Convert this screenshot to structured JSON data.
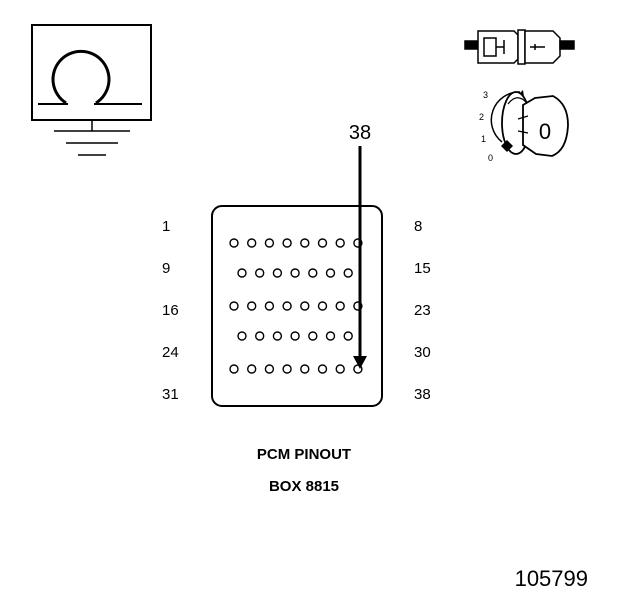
{
  "ohm_symbol": "ohmmeter-icon",
  "connector_symbol": "connector-icon",
  "key_switch": {
    "icon": "ignition-key-icon",
    "positions": [
      "3",
      "2",
      "1",
      "0"
    ],
    "key_label": "0"
  },
  "callout": {
    "pin": "38"
  },
  "row_labels_left": [
    "1",
    "9",
    "16",
    "24",
    "31"
  ],
  "row_labels_right": [
    "8",
    "15",
    "23",
    "30",
    "38"
  ],
  "caption": {
    "line1": "PCM PINOUT",
    "line2": "BOX 8815"
  },
  "figure_number": "105799"
}
